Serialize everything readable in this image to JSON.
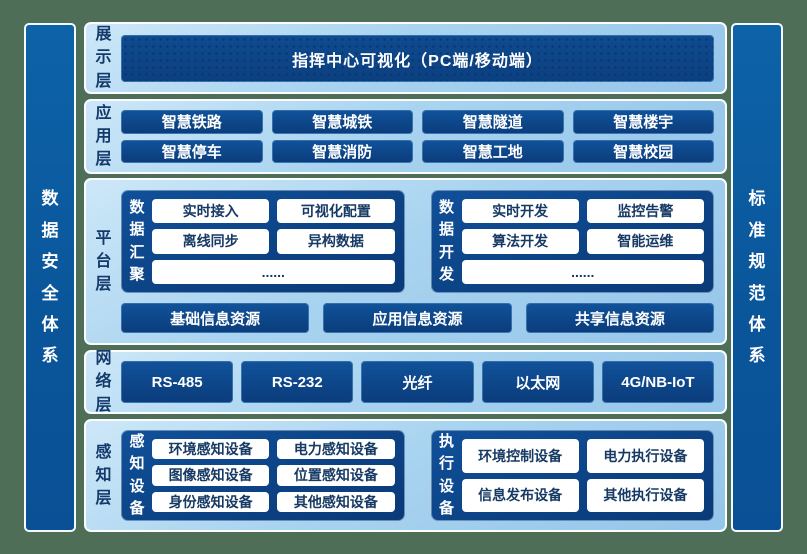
{
  "colors": {
    "background_green": "#4e6e58",
    "panel_light_blue": "#a9d4f0",
    "dark_box_blue": "#0d4689",
    "sidebar_blue": "#0b5ba0",
    "layer_label_text": "#133a6b",
    "white_box_text": "#173a64"
  },
  "sidebar_left": {
    "label": "数据安全体系"
  },
  "sidebar_right": {
    "label": "标准规范体系"
  },
  "layers": [
    {
      "name": "展示层",
      "box": "指挥中心可视化（PC端/移动端）"
    },
    {
      "name": "应用层",
      "boxes": [
        "智慧铁路",
        "智慧城铁",
        "智慧隧道",
        "智慧楼宇",
        "智慧停车",
        "智慧消防",
        "智慧工地",
        "智慧校园"
      ]
    },
    {
      "name": "平台层",
      "groups": [
        {
          "label": "数据汇聚",
          "items": [
            "实时接入",
            "可视化配置",
            "离线同步",
            "异构数据",
            "......"
          ]
        },
        {
          "label": "数据开发",
          "items": [
            "实时开发",
            "监控告警",
            "算法开发",
            "智能运维",
            "......"
          ]
        }
      ],
      "resources": [
        "基础信息资源",
        "应用信息资源",
        "共享信息资源"
      ]
    },
    {
      "name": "网络层",
      "boxes": [
        "RS-485",
        "RS-232",
        "光纤",
        "以太网",
        "4G/NB-IoT"
      ]
    },
    {
      "name": "感知层",
      "groups": [
        {
          "label": "感知设备",
          "items": [
            "环境感知设备",
            "电力感知设备",
            "图像感知设备",
            "位置感知设备",
            "身份感知设备",
            "其他感知设备"
          ]
        },
        {
          "label": "执行设备",
          "items": [
            "环境控制设备",
            "电力执行设备",
            "信息发布设备",
            "其他执行设备"
          ]
        }
      ]
    }
  ]
}
